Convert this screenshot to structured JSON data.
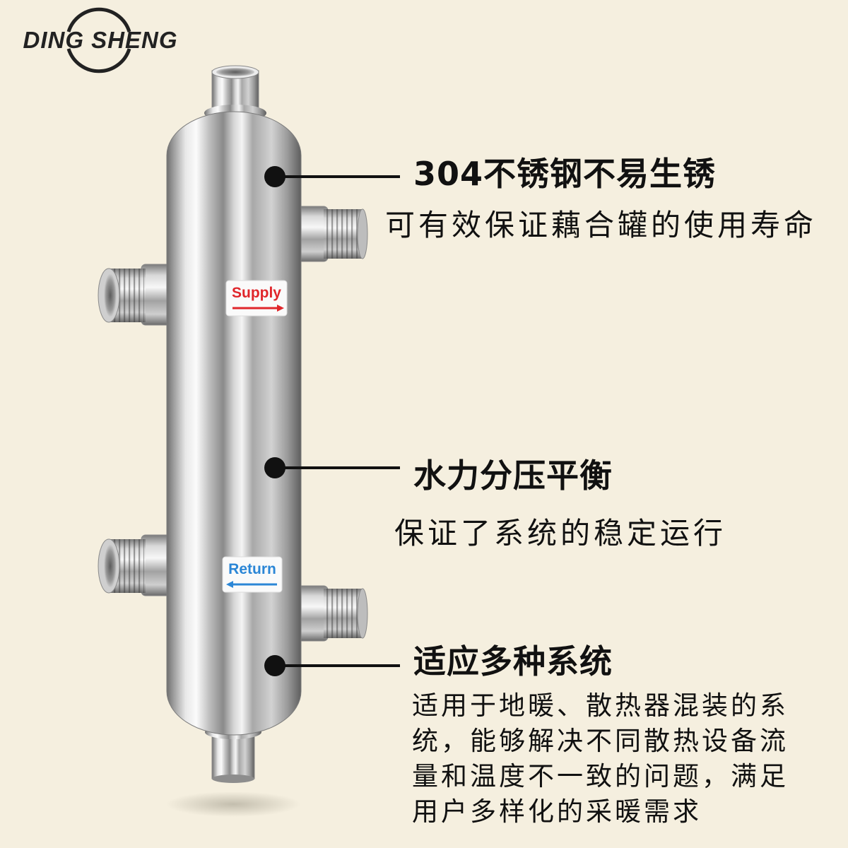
{
  "logo": {
    "text": "DING SHENG"
  },
  "product": {
    "supply_label": "Supply",
    "return_label": "Return"
  },
  "features": [
    {
      "title": "304不锈钢不易生锈",
      "description": "可有效保证藕合罐的使用寿命"
    },
    {
      "title": "水力分压平衡",
      "description": "保证了系统的稳定运行"
    },
    {
      "title": "适应多种系统",
      "description_lines": [
        "适用于地暖、散热器混装的系",
        "统，能够解决不同散热设备流",
        "量和温度不一致的问题，满足",
        "用户多样化的采暖需求"
      ]
    }
  ],
  "colors": {
    "background": "#f5efdf",
    "text": "#111111",
    "supply": "#e0262b",
    "return": "#2b86d6"
  }
}
